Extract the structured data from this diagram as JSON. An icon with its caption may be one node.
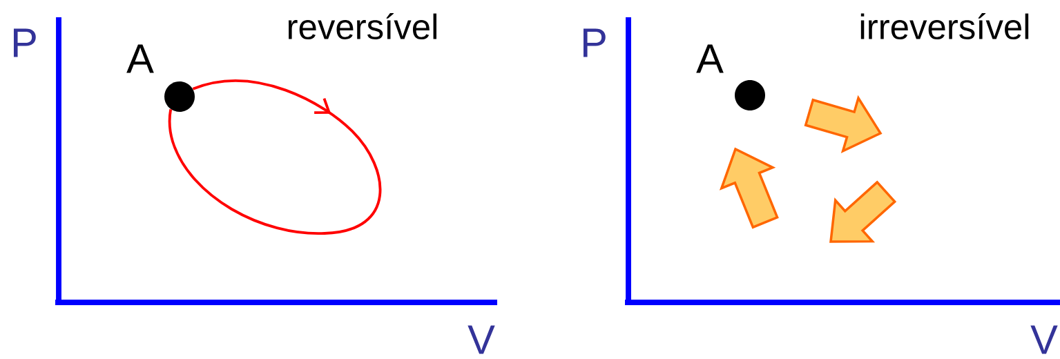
{
  "diagram": {
    "nodes": [
      {
        "text": [],
        "shape": "circle",
        "beside": [
          "A"
        ]
      },
      {
        "text": [],
        "shape": "circle",
        "beside": [
          "A"
        ]
      }
    ],
    "labels": [
      "P",
      "reversível",
      "V",
      "P",
      "irreversível",
      "V"
    ]
  }
}
